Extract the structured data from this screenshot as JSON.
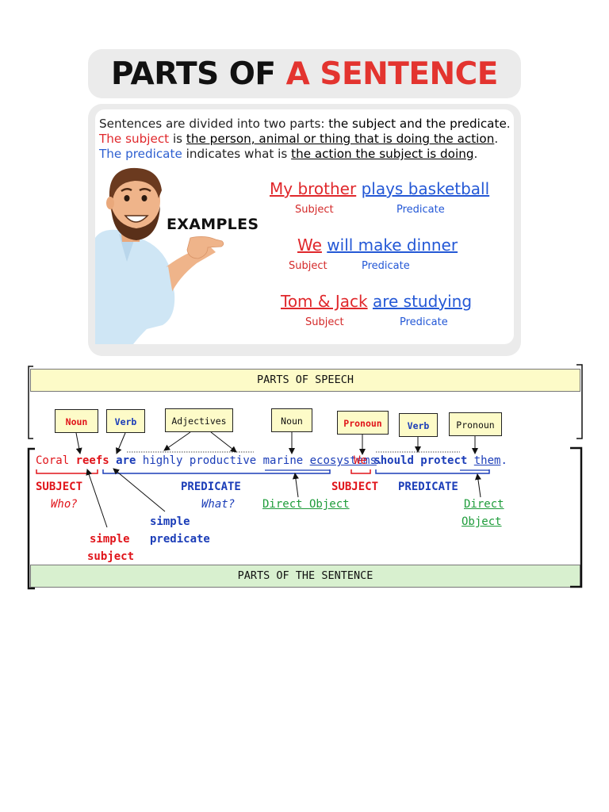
{
  "title": {
    "part1": "PARTS OF",
    "part2": "A SENTENCE"
  },
  "intro": {
    "line1_a": "Sentences are divided into two parts: ",
    "line1_b": "the subject and the predicate",
    "line1_c": ".",
    "line2_a": "The subject",
    "line2_b": " is ",
    "line2_c": "the person, animal or thing that is doing the action",
    "line2_d": ".",
    "line3_a": "The predicate",
    "line3_b": " indicates what is ",
    "line3_c": "the action the subject is doing",
    "line3_d": "."
  },
  "examples_label": "EXAMPLES",
  "examples": [
    {
      "subject": "My brother",
      "predicate": "plays basketball",
      "subject_label": "Subject",
      "predicate_label": "Predicate"
    },
    {
      "subject": "We",
      "predicate": "will make dinner",
      "subject_label": "Subject",
      "predicate_label": "Predicate"
    },
    {
      "subject": "Tom & Jack",
      "predicate": "are studying",
      "subject_label": "Subject",
      "predicate_label": "Predicate"
    }
  ],
  "parts_of_speech": {
    "banner": "PARTS OF SPEECH",
    "boxes": [
      "Noun",
      "Verb",
      "Adjectives",
      "Noun",
      "Pronoun",
      "Verb",
      "Pronoun"
    ]
  },
  "sentence1": {
    "w1": "Coral ",
    "w2": "reefs",
    "w3": "are",
    "w4": " highly productive marine ",
    "w5": "ecosystems",
    "w6": "."
  },
  "sentence2": {
    "w1": "We",
    "w2": "should protect",
    "w3": "them",
    "w4": "."
  },
  "labels": {
    "subject1": "SUBJECT",
    "who": "Who?",
    "predicate1": "PREDICATE",
    "what": "What?",
    "direct_object1": "Direct Object",
    "simple_predicate_1": "simple",
    "simple_predicate_2": "predicate",
    "simple_subject_1": "simple",
    "simple_subject_2": "subject",
    "subject2": "SUBJECT",
    "predicate2": "PREDICATE",
    "direct_object2_1": "Direct",
    "direct_object2_2": "Object"
  },
  "parts_of_sentence": {
    "banner": "PARTS OF THE SENTENCE"
  },
  "colors": {
    "subject_red": "#e0282c",
    "predicate_blue": "#2458d6",
    "banner_yellow": "#fdfbc8",
    "banner_green": "#d8f0cf",
    "direct_object_green": "#1f9c3b"
  }
}
